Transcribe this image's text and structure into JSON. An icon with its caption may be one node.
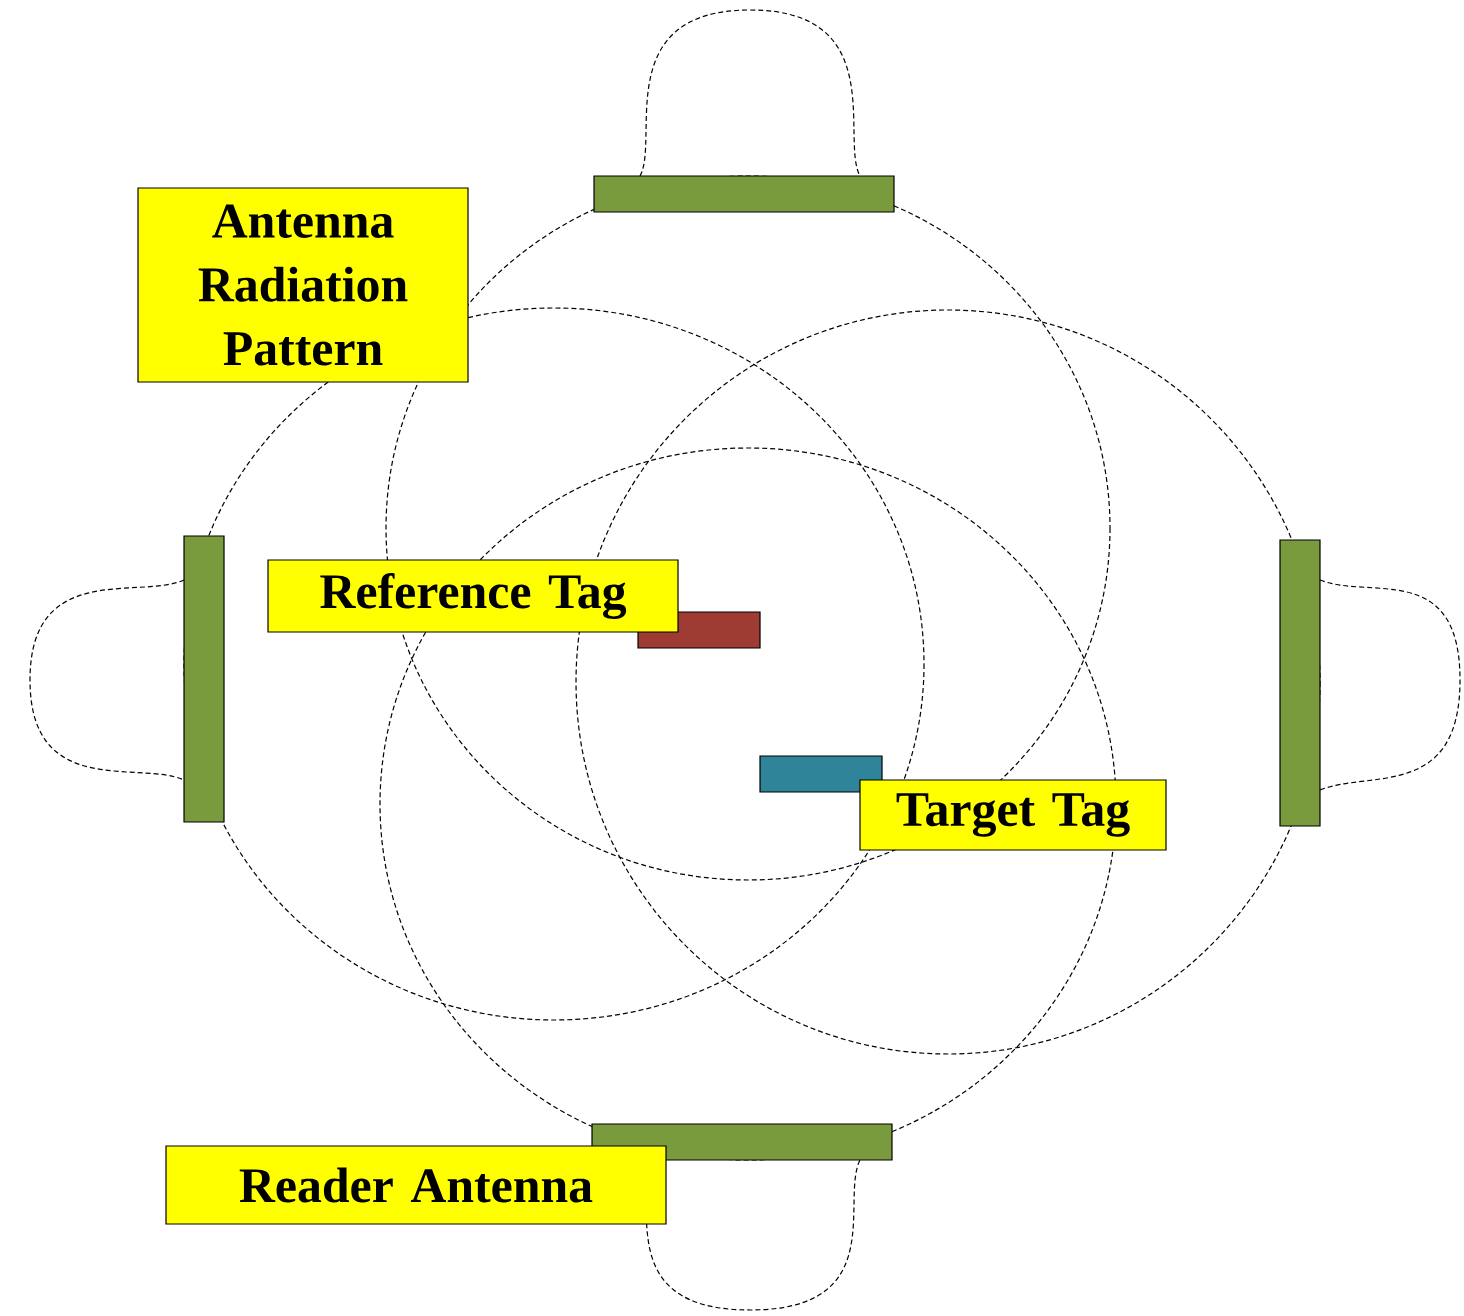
{
  "diagram": {
    "nodes": [
      {
        "text": [],
        "shape": "bar"
      },
      {
        "text": [],
        "shape": "bar"
      },
      {
        "text": [],
        "shape": "bar"
      },
      {
        "text": [],
        "shape": "bar"
      },
      {
        "text": [],
        "shape": "bar"
      },
      {
        "text": [],
        "shape": "bar"
      },
      {
        "text": [
          "Antenna Radiation Pattern"
        ]
      },
      {
        "text": [
          "Reference Tag"
        ]
      },
      {
        "text": [
          "Target Tag"
        ]
      },
      {
        "text": [
          "Reader Antenna"
        ]
      }
    ]
  }
}
